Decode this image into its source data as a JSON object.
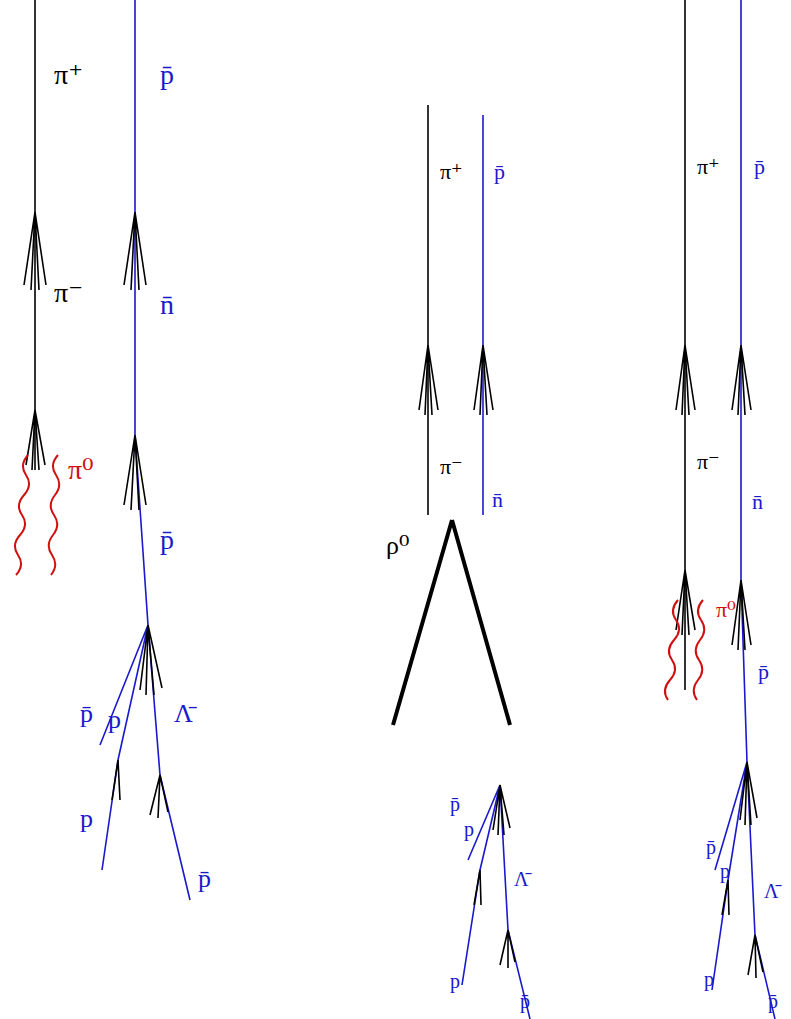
{
  "diagram": {
    "labels": [
      "π⁺",
      "p̄",
      "π⁻",
      "n̄",
      "π⁰",
      "p̄",
      "p̄",
      "p",
      "Λ̄",
      "p",
      "p̄",
      "π⁺",
      "p̄",
      "π⁻",
      "n̄",
      "ρ⁰",
      "p̄",
      "p",
      "Λ̄",
      "p",
      "p̄",
      "π⁺",
      "p̄",
      "π⁻",
      "n̄",
      "π⁰",
      "p̄",
      "p̄",
      "p",
      "Λ̄",
      "p",
      "p̄"
    ]
  }
}
